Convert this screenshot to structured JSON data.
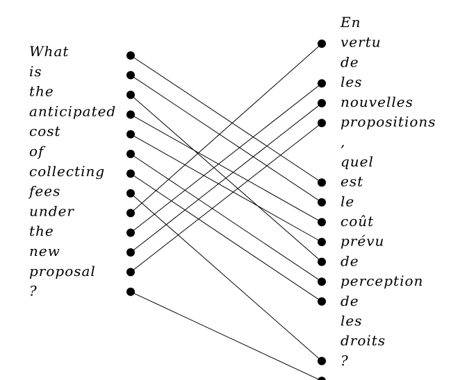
{
  "source_words": [
    "What",
    "is",
    "the",
    "anticipated",
    "cost",
    "of",
    "collecting",
    "fees",
    "under",
    "the",
    "new",
    "proposal",
    "?"
  ],
  "target_words": [
    "En",
    "vertu",
    "de",
    "les",
    "nouvelles",
    "propositions",
    ",",
    "quel",
    "est",
    "le",
    "coût",
    "prévu",
    "de",
    "perception",
    "de",
    "les",
    "droits",
    "?"
  ],
  "alignments": [
    [
      0,
      7
    ],
    [
      1,
      8
    ],
    [
      2,
      11
    ],
    [
      3,
      9
    ],
    [
      4,
      10
    ],
    [
      5,
      12
    ],
    [
      6,
      13
    ],
    [
      7,
      16
    ],
    [
      8,
      0
    ],
    [
      9,
      2
    ],
    [
      10,
      3
    ],
    [
      11,
      4
    ],
    [
      12,
      17
    ]
  ],
  "colors": {
    "ink": "#000000",
    "background": "#ffffff"
  }
}
